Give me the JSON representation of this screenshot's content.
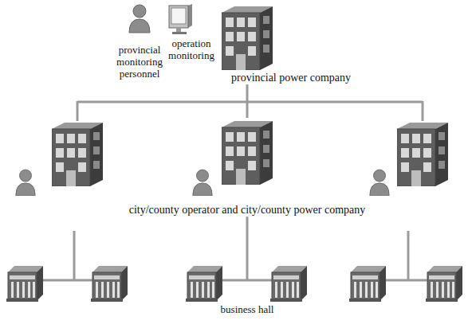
{
  "diagram": {
    "nodes": [
      {
        "text": [
          "provincial monitoring personnel"
        ]
      },
      {
        "text": [
          "operation monitoring"
        ]
      },
      {
        "text": [
          "provincial power company"
        ]
      },
      {
        "text": [
          "city/county operator and city/county power company"
        ]
      },
      {
        "text": [
          "business hall"
        ]
      }
    ],
    "edges": [
      {
        "from": 2,
        "to": 3,
        "arrow": "none"
      },
      {
        "from": 3,
        "to": 4,
        "arrow": "none"
      }
    ]
  }
}
